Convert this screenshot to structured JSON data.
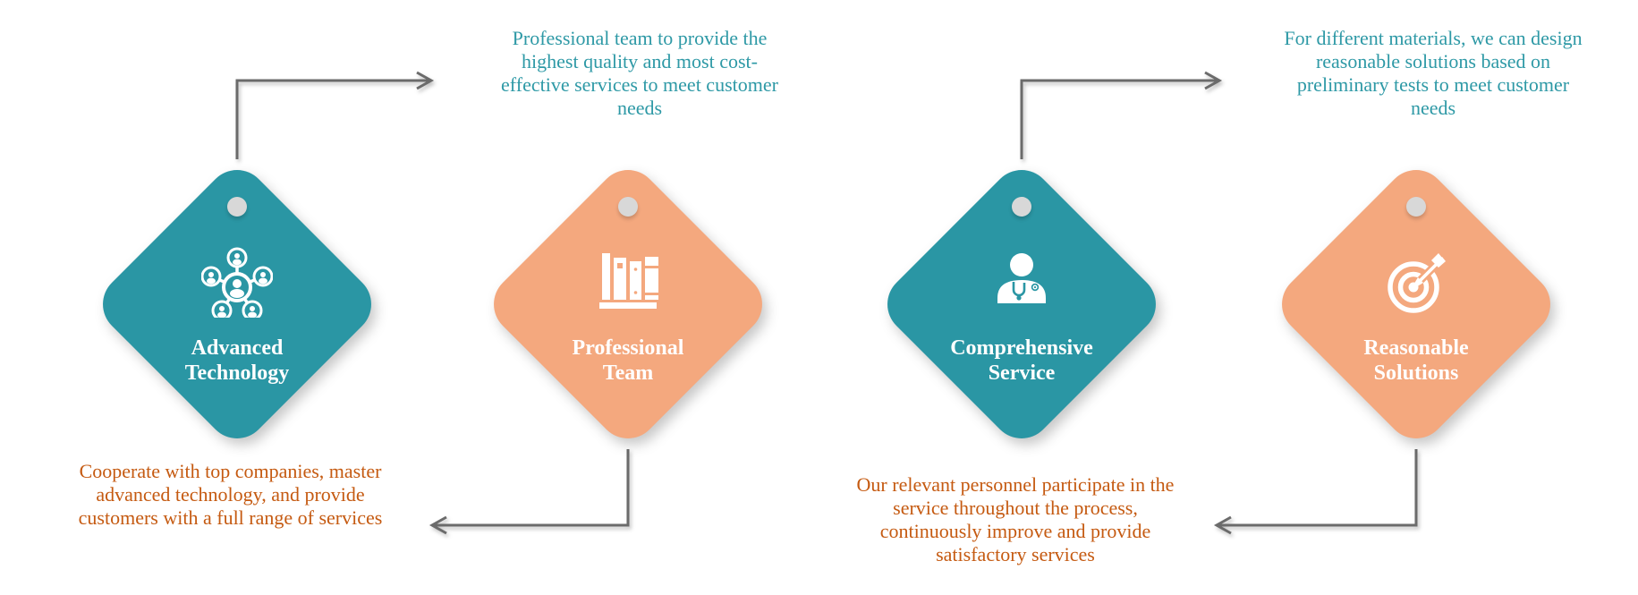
{
  "diagram": {
    "kind": "four-feature-diamond-tags",
    "colors": {
      "teal_diamond": "#2A96A4",
      "peach_diamond": "#F4A87E",
      "teal_text": "#2E99A6",
      "orange_text": "#C55A11",
      "arrow_gray": "#6B6B6B",
      "hole_dot_gray": "#D8D8D8",
      "icon_white": "#FFFFFF"
    }
  },
  "features": [
    {
      "title": "Advanced\nTechnology",
      "icon": "people-network-icon",
      "color": "teal"
    },
    {
      "title": "Professional\nTeam",
      "icon": "books-shelf-icon",
      "color": "peach"
    },
    {
      "title": "Comprehensive\nService",
      "icon": "doctor-icon",
      "color": "teal"
    },
    {
      "title": "Reasonable\nSolutions",
      "icon": "target-dart-icon",
      "color": "peach"
    }
  ],
  "callouts": {
    "top_left": {
      "text": "Professional team to provide the\nhighest quality and most cost-\neffective services to meet customer\nneeds"
    },
    "top_right": {
      "text": "For different materials, we can design\nreasonable solutions based on\npreliminary tests to meet customer\nneeds"
    },
    "bottom_left": {
      "text": "Cooperate with top companies, master\nadvanced technology, and provide\ncustomers with a full range of services"
    },
    "bottom_right": {
      "text": "Our relevant personnel participate in the\nservice throughout the process,\ncontinuously improve and provide\nsatisfactory services"
    }
  }
}
